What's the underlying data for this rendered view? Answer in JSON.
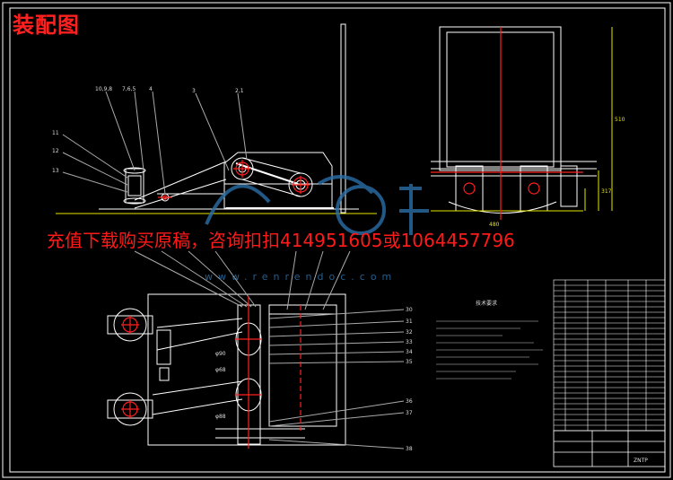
{
  "title": "装配图",
  "banner": "充值下载购买原稿，咨询扣扣414951605或1064457796",
  "watermark": "www.renrendoc.com",
  "callouts": [
    "10,9,8",
    "7,6,5",
    "4",
    "3",
    "2,1",
    "11",
    "12",
    "13",
    "30",
    "31",
    "32",
    "33",
    "34",
    "35",
    "36",
    "37",
    "38"
  ],
  "dimensions": [
    "510",
    "317",
    "480",
    "φ90",
    "φ68",
    "φ88"
  ],
  "notes_title": "技术要求",
  "title_block_code": "ZNTP",
  "colors": {
    "background": "#000000",
    "lines": "#ffffff",
    "red": "#ff2020",
    "yellow": "#e6e600",
    "blue": "#2b6fa8"
  }
}
